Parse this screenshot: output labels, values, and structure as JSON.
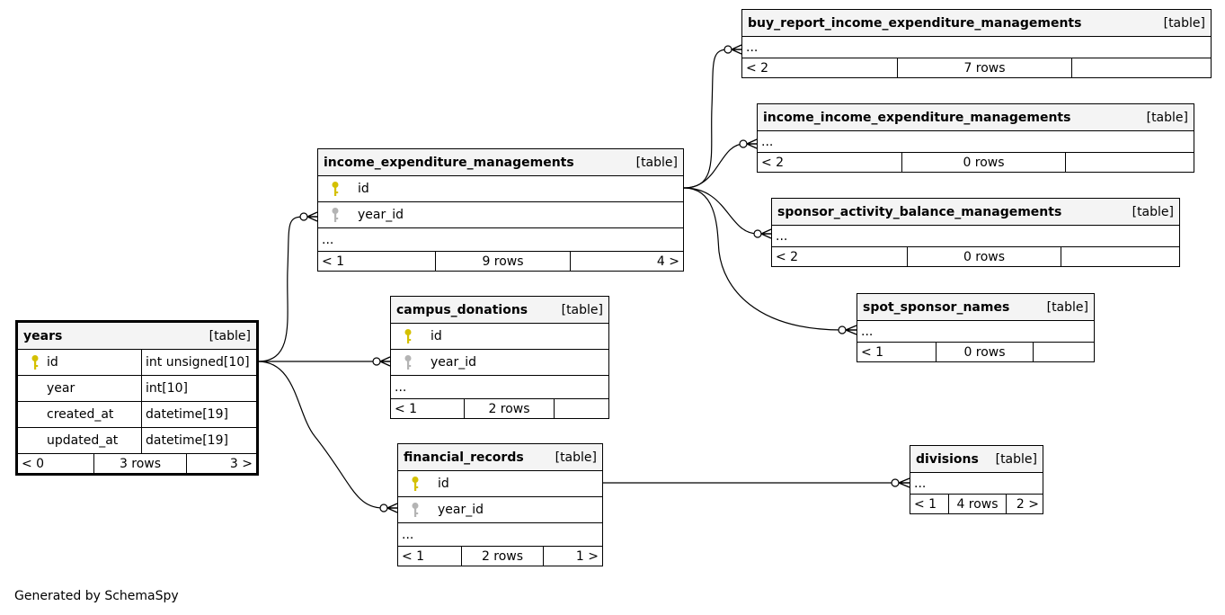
{
  "footer": {
    "text": "Generated by SchemaSpy"
  },
  "colors": {
    "primary_key": "#d4c000",
    "foreign_key": "#b4b4b4",
    "header_bg": "#f4f4f4",
    "line": "#000000"
  },
  "tables": {
    "years": {
      "name": "years",
      "type": "[table]",
      "columns": [
        {
          "name": "id",
          "type": "int unsigned[10]",
          "key": "primary-key-icon"
        },
        {
          "name": "year",
          "type": "int[10]"
        },
        {
          "name": "created_at",
          "type": "datetime[19]"
        },
        {
          "name": "updated_at",
          "type": "datetime[19]"
        }
      ],
      "footer": {
        "parents": "< 0",
        "rows": "3 rows",
        "children": "3 >"
      }
    },
    "income_expenditure_managements": {
      "name": "income_expenditure_managements",
      "type": "[table]",
      "columns": [
        {
          "name": "id",
          "key": "primary-key-icon"
        },
        {
          "name": "year_id",
          "key": "foreign-key-icon"
        }
      ],
      "ellipsis": "...",
      "footer": {
        "parents": "< 1",
        "rows": "9 rows",
        "children": "4 >"
      }
    },
    "campus_donations": {
      "name": "campus_donations",
      "type": "[table]",
      "columns": [
        {
          "name": "id",
          "key": "primary-key-icon"
        },
        {
          "name": "year_id",
          "key": "foreign-key-icon"
        }
      ],
      "ellipsis": "...",
      "footer": {
        "parents": "< 1",
        "rows": "2 rows",
        "children": ""
      }
    },
    "financial_records": {
      "name": "financial_records",
      "type": "[table]",
      "columns": [
        {
          "name": "id",
          "key": "primary-key-icon"
        },
        {
          "name": "year_id",
          "key": "foreign-key-icon"
        }
      ],
      "ellipsis": "...",
      "footer": {
        "parents": "< 1",
        "rows": "2 rows",
        "children": "1 >"
      }
    },
    "buy_report_income_expenditure_managements": {
      "name": "buy_report_income_expenditure_managements",
      "type": "[table]",
      "ellipsis": "...",
      "footer": {
        "parents": "< 2",
        "rows": "7 rows",
        "children": ""
      }
    },
    "income_income_expenditure_managements": {
      "name": "income_income_expenditure_managements",
      "type": "[table]",
      "ellipsis": "...",
      "footer": {
        "parents": "< 2",
        "rows": "0 rows",
        "children": ""
      }
    },
    "sponsor_activity_balance_managements": {
      "name": "sponsor_activity_balance_managements",
      "type": "[table]",
      "ellipsis": "...",
      "footer": {
        "parents": "< 2",
        "rows": "0 rows",
        "children": ""
      }
    },
    "spot_sponsor_names": {
      "name": "spot_sponsor_names",
      "type": "[table]",
      "ellipsis": "...",
      "footer": {
        "parents": "< 1",
        "rows": "0 rows",
        "children": ""
      }
    },
    "divisions": {
      "name": "divisions",
      "type": "[table]",
      "ellipsis": "...",
      "footer": {
        "parents": "< 1",
        "rows": "4 rows",
        "children": "2 >"
      }
    }
  }
}
